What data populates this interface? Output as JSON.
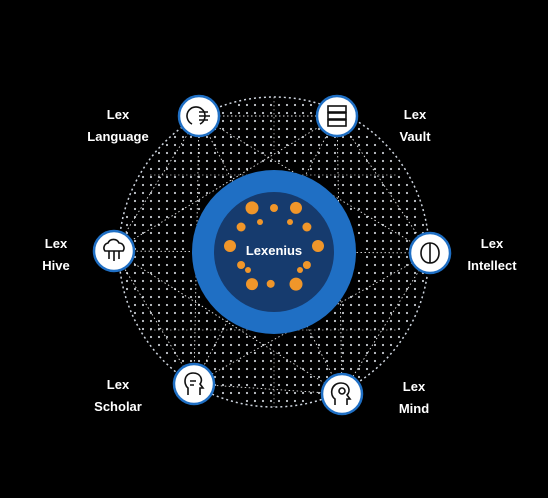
{
  "center": {
    "label": "Lexenius"
  },
  "nodes": [
    {
      "id": "language",
      "line1": "Lex",
      "line2": "Language",
      "icon": "circuit-brain-icon"
    },
    {
      "id": "vault",
      "line1": "Lex",
      "line2": "Vault",
      "icon": "server-stack-icon"
    },
    {
      "id": "intellect",
      "line1": "Lex",
      "line2": "Intellect",
      "icon": "brain-icon"
    },
    {
      "id": "mind",
      "line1": "Lex",
      "line2": "Mind",
      "icon": "head-gear-icon"
    },
    {
      "id": "scholar",
      "line1": "Lex",
      "line2": "Scholar",
      "icon": "head-profile-icon"
    },
    {
      "id": "hive",
      "line1": "Lex",
      "line2": "Hive",
      "icon": "cloud-network-icon"
    }
  ],
  "colors": {
    "background": "#000000",
    "outer_blue": "#1f6fc4",
    "inner_blue": "#163b6e",
    "accent_orange": "#f0962a",
    "lines": "#ffffff"
  }
}
